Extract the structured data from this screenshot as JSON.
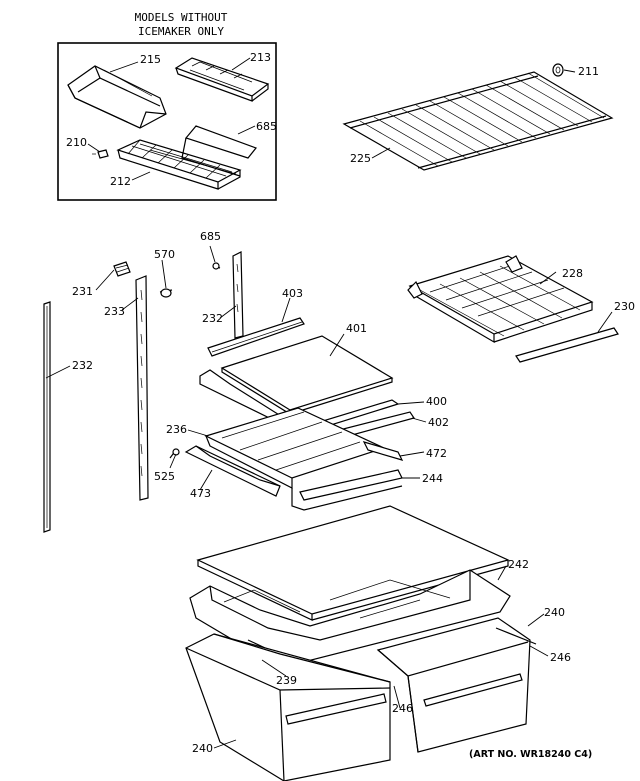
{
  "inset": {
    "title_line1": "MODELS WITHOUT",
    "title_line2": "ICEMAKER ONLY"
  },
  "callouts": {
    "c215": "215",
    "c213": "213",
    "c685a": "685",
    "c210": "210",
    "c212": "212",
    "c211": "211",
    "c225": "225",
    "c685b": "685",
    "c570": "570",
    "c231": "231",
    "c233": "233",
    "c232a": "232",
    "c403": "403",
    "c228": "228",
    "c230": "230",
    "c232b": "232",
    "c401": "401",
    "c400": "400",
    "c236": "236",
    "c402": "402",
    "c472": "472",
    "c525": "525",
    "c473": "473",
    "c244": "244",
    "c242": "242",
    "c240a": "240",
    "c246a": "246",
    "c239": "239",
    "c246b": "246",
    "c240b": "240"
  },
  "art_number": "(ART NO. WR18240 C4)"
}
